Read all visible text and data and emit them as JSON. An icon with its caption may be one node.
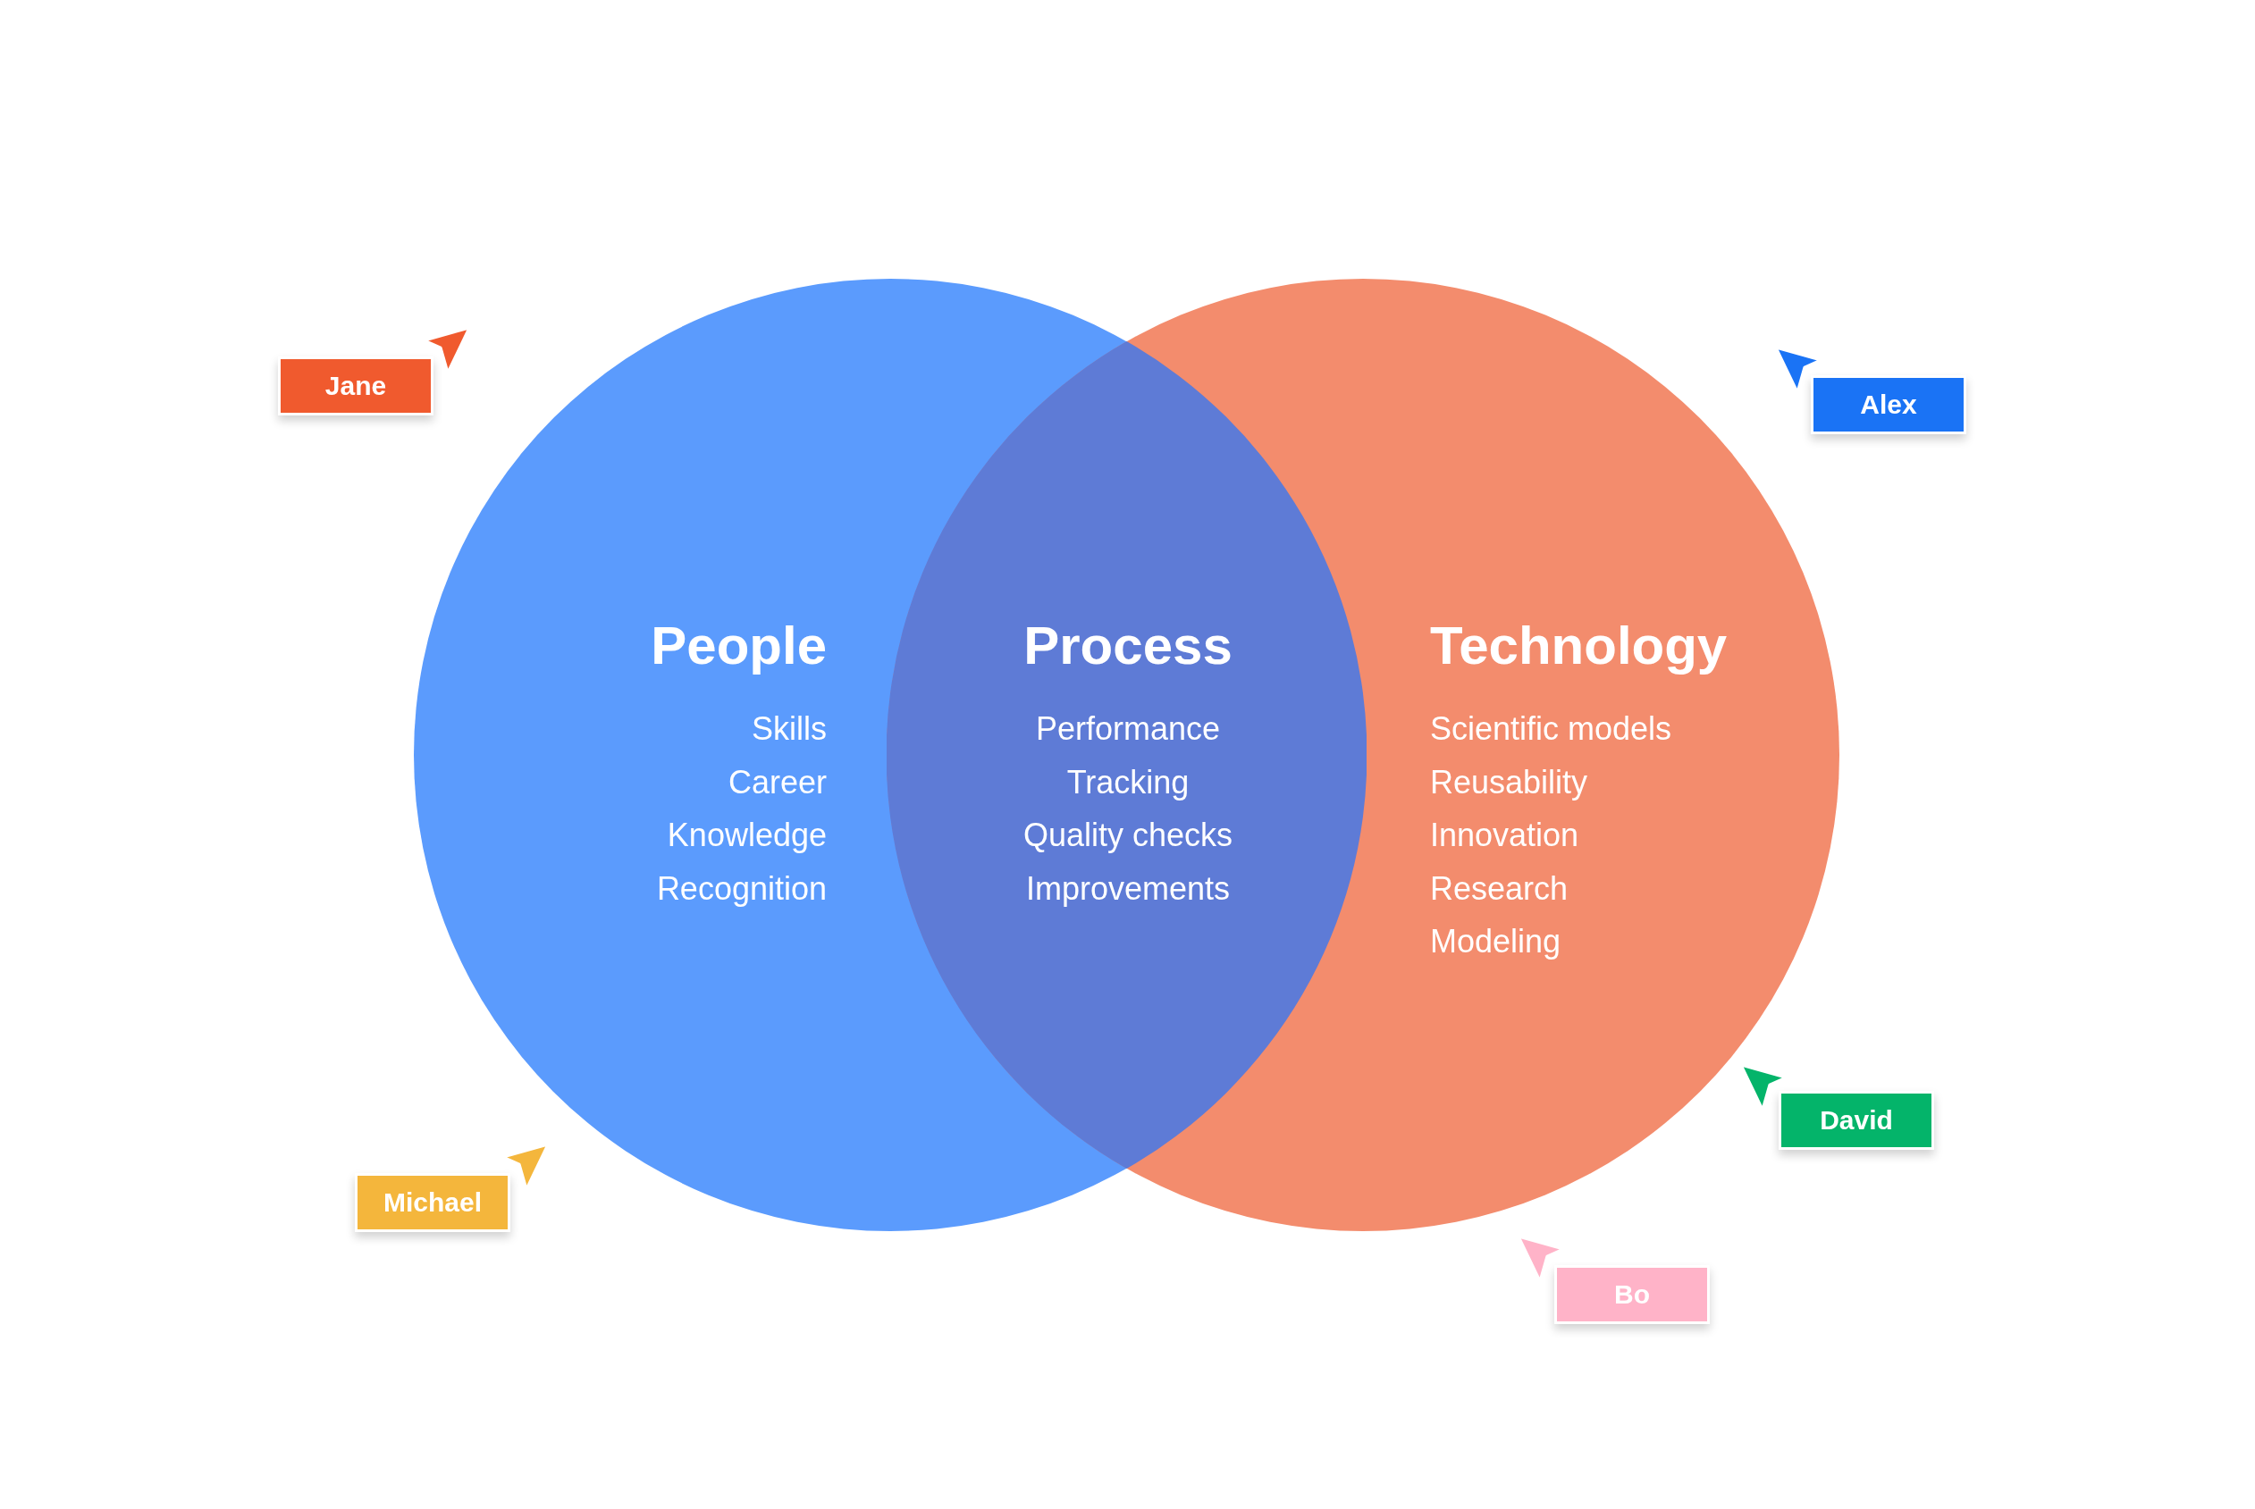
{
  "diagram": {
    "nodes": [
      {
        "text": [
          "People",
          "Skills",
          "Career",
          "Knowledge",
          "Recognition"
        ]
      },
      {
        "text": [
          "Process",
          "Performance",
          "Tracking",
          "Quality checks",
          "Improvements"
        ]
      },
      {
        "text": [
          "Technology",
          "Scientific models",
          "Reusability",
          "Innovation",
          "Research",
          "Modeling"
        ]
      }
    ],
    "labels": [
      "Jane",
      "Alex",
      "David",
      "Michael",
      "Bo"
    ]
  }
}
